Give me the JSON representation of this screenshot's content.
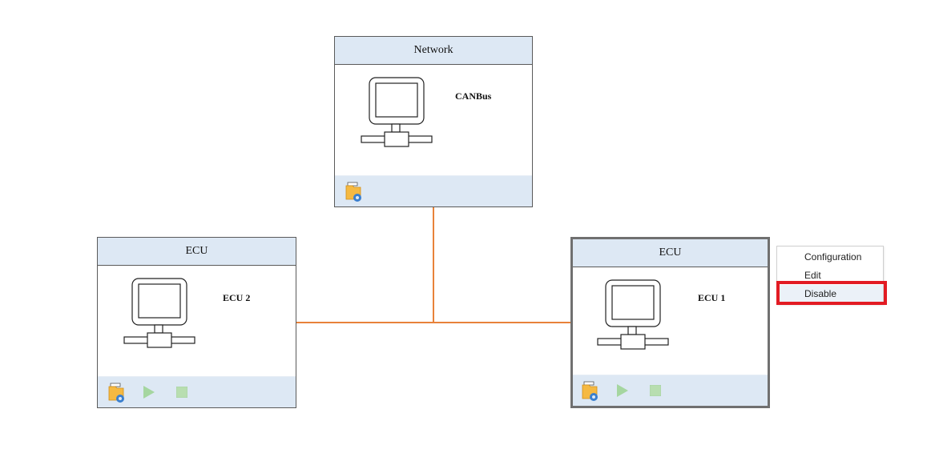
{
  "nodes": {
    "network": {
      "header": "Network",
      "name": "CANBus"
    },
    "ecu2": {
      "header": "ECU",
      "name": "ECU 2"
    },
    "ecu1": {
      "header": "ECU",
      "name": "ECU 1"
    }
  },
  "icons": {
    "computer": "computer-network-icon",
    "config": "folder-gear-icon",
    "run": "play-icon",
    "stop": "stop-icon"
  },
  "colors": {
    "wire": "#e8823a",
    "header_bg": "#dde8f4",
    "menu_highlight_border": "#e21b23",
    "play": "#a5d6a0",
    "stop": "#b8deb0"
  },
  "context_menu": {
    "items": [
      "Configuration",
      "Edit",
      "Disable"
    ],
    "highlighted_index": 2
  }
}
